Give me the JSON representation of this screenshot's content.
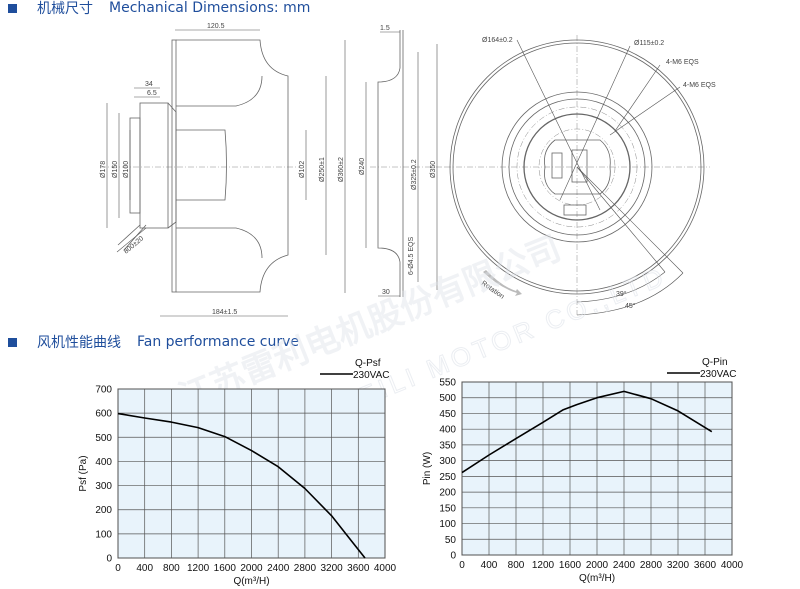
{
  "headers": {
    "dimensions": {
      "cn": "机械尺寸",
      "en": "Mechanical Dimensions: mm"
    },
    "performance": {
      "cn": "风机性能曲线",
      "en": "Fan performance curve"
    }
  },
  "watermark": {
    "cn": "江苏雷利电机股份有限公司",
    "en": "JIANGSU LEILI MOTOR CO.,LTD"
  },
  "side_view": {
    "dims": [
      "120.5",
      "34",
      "6.5",
      "Ø178",
      "Ø150",
      "Ø100",
      "800±20",
      "Ø102",
      "Ø250±1",
      "Ø360±2",
      "184±1.5"
    ]
  },
  "ring_view": {
    "dims": [
      "1.5",
      "Ø240",
      "Ø325±0.2",
      "Ø350",
      "6-Ø4.5 EQS",
      "30"
    ]
  },
  "front_view": {
    "dims": [
      "Ø164±0.2",
      "Ø115±0.2",
      "4-M6  EQS",
      "4-M6  EQS",
      "39°",
      "45°"
    ],
    "rotation_label": "Rotation"
  },
  "colors": {
    "accent": "#1f4e9c",
    "plot_bg": "#e8f3fb"
  },
  "chart_data": [
    {
      "type": "line",
      "title": "Q-Psf",
      "legend": "230VAC",
      "legend_position": "top-right",
      "xlabel": "Q(m³/H)",
      "ylabel": "Psf (Pa)",
      "xlim": [
        0,
        4000
      ],
      "ylim": [
        0,
        700
      ],
      "xticks": [
        "0",
        "400",
        "800",
        "1200",
        "1600",
        "2000",
        "2400",
        "2800",
        "3200",
        "3600",
        "4000"
      ],
      "yticks": [
        "0",
        "100",
        "200",
        "300",
        "400",
        "500",
        "600",
        "700"
      ],
      "grid": true,
      "x": [
        0,
        400,
        800,
        1200,
        1600,
        2000,
        2400,
        2800,
        3200,
        3500,
        3700
      ],
      "y": [
        598,
        580,
        563,
        540,
        503,
        445,
        378,
        288,
        175,
        70,
        0
      ]
    },
    {
      "type": "line",
      "title": "Q-Pin",
      "legend": "230VAC",
      "legend_position": "top-right",
      "xlabel": "Q(m³/H)",
      "ylabel": "Pin (W)",
      "xlim": [
        0,
        4000
      ],
      "ylim": [
        0,
        550
      ],
      "xticks": [
        "0",
        "400",
        "800",
        "1200",
        "1600",
        "2000",
        "2400",
        "2800",
        "3200",
        "3600",
        "4000"
      ],
      "yticks": [
        "0",
        "50",
        "100",
        "150",
        "200",
        "250",
        "300",
        "350",
        "400",
        "450",
        "500",
        "550"
      ],
      "grid": true,
      "x": [
        0,
        400,
        800,
        1200,
        1500,
        1700,
        2000,
        2400,
        2800,
        3200,
        3700
      ],
      "y": [
        262,
        318,
        370,
        422,
        462,
        478,
        500,
        520,
        497,
        458,
        392
      ]
    }
  ]
}
